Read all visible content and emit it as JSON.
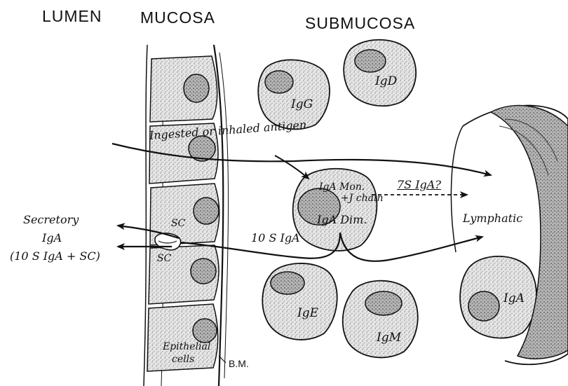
{
  "regions": {
    "lumen": "LUMEN",
    "mucosa": "MUCOSA",
    "submucosa": "SUBMUCOSA"
  },
  "labels": {
    "antigen_path": "Ingested or inhaled antigen",
    "iga_mon": "IgA Mon.",
    "j_chain": "+J chain",
    "iga_dim": "IgA Dim.",
    "seven_s": "7S IgA?",
    "ten_s": "10 S IgA",
    "lymphatic": "Lymphatic",
    "secretory_1": "Secretory",
    "secretory_2": "IgA",
    "secretory_3": "(10 S IgA + SC)",
    "sc_upper": "SC",
    "sc_lower": "SC",
    "epithelial_1": "Epithelial",
    "epithelial_2": "cells",
    "bm": "B.M."
  },
  "cells": {
    "igg": "IgG",
    "igd": "IgD",
    "ige": "IgE",
    "igm": "IgM",
    "iga": "IgA"
  },
  "colors": {
    "ink": "#111111",
    "stipple": "#9a9a9a",
    "nucleus": "#6e6e6e",
    "background": "#ffffff"
  }
}
